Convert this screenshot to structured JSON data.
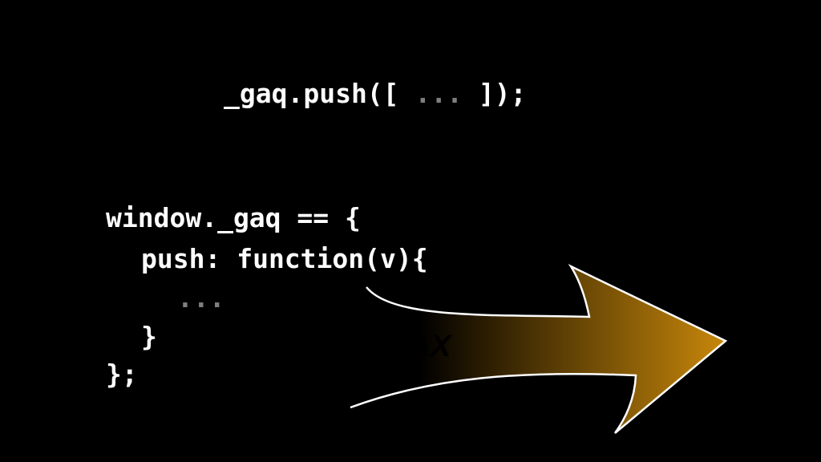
{
  "slide": {
    "top_code": {
      "prefix": "_gaq.push([ ",
      "ellipsis": "...",
      "suffix": " ]);"
    },
    "code_block": {
      "line1": "window._gaq == {",
      "line2": "push: function(v){",
      "line3": "...",
      "line4": "}",
      "line5": "};"
    },
    "arrow": {
      "label": "AJAX",
      "gradient_start": "#000000",
      "gradient_end": "#c8870a",
      "outline_color": "#ffffff"
    },
    "colors": {
      "background": "#000000",
      "code_text": "#ffffff",
      "ellipsis": "#7f7f7f"
    }
  }
}
